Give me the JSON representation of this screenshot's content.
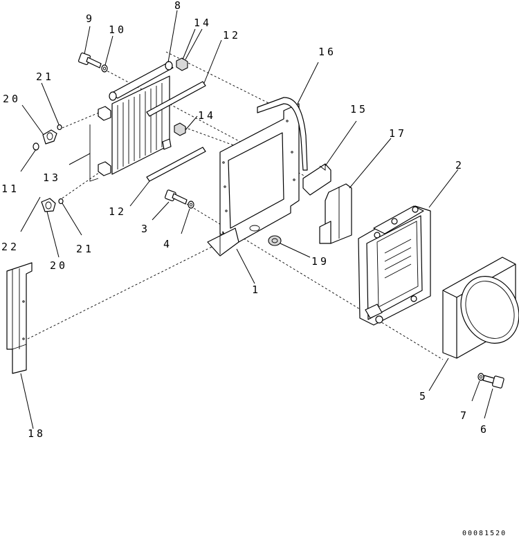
{
  "diagram": {
    "document_number": "00081520",
    "callouts": [
      {
        "id": "c1",
        "text": "1"
      },
      {
        "id": "c2",
        "text": "2"
      },
      {
        "id": "c3",
        "text": "3"
      },
      {
        "id": "c4",
        "text": "4"
      },
      {
        "id": "c5",
        "text": "5"
      },
      {
        "id": "c6",
        "text": "6"
      },
      {
        "id": "c7",
        "text": "7"
      },
      {
        "id": "c8",
        "text": "8"
      },
      {
        "id": "c9",
        "text": "9"
      },
      {
        "id": "c10",
        "text": "10"
      },
      {
        "id": "c11",
        "text": "11"
      },
      {
        "id": "c12a",
        "text": "12"
      },
      {
        "id": "c12b",
        "text": "12"
      },
      {
        "id": "c13",
        "text": "13"
      },
      {
        "id": "c14a",
        "text": "14"
      },
      {
        "id": "c14b",
        "text": "14"
      },
      {
        "id": "c15",
        "text": "15"
      },
      {
        "id": "c16",
        "text": "16"
      },
      {
        "id": "c17",
        "text": "17"
      },
      {
        "id": "c18",
        "text": "18"
      },
      {
        "id": "c19",
        "text": "19"
      },
      {
        "id": "c20a",
        "text": "20"
      },
      {
        "id": "c20b",
        "text": "20"
      },
      {
        "id": "c21a",
        "text": "21"
      },
      {
        "id": "c21b",
        "text": "21"
      },
      {
        "id": "c22",
        "text": "22"
      }
    ]
  }
}
